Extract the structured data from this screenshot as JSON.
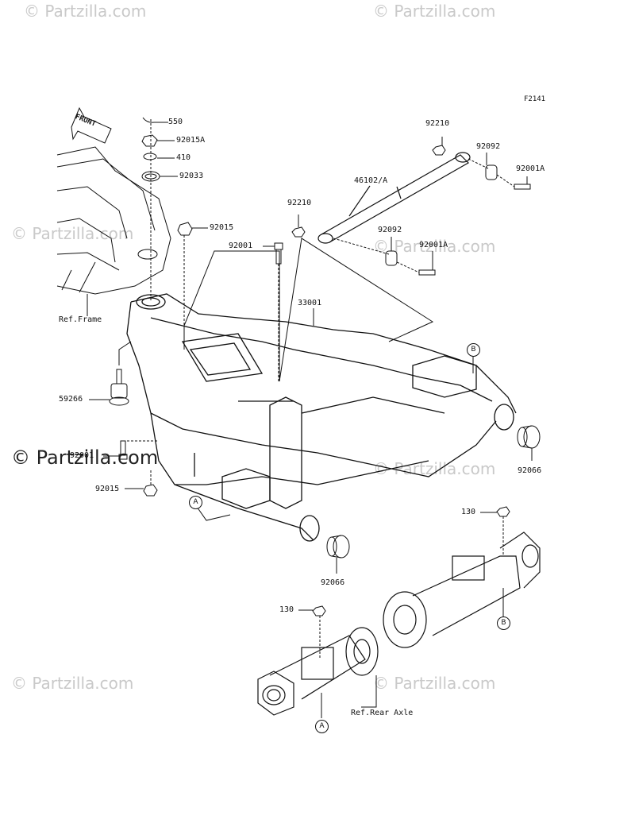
{
  "figure_id": "F2141",
  "front_arrow_label": "FRONT",
  "watermark_text": "© Partzilla.com",
  "parts": [
    {
      "id": "p550",
      "number": "550"
    },
    {
      "id": "p92015A",
      "number": "92015A"
    },
    {
      "id": "p410",
      "number": "410"
    },
    {
      "id": "p92033",
      "number": "92033"
    },
    {
      "id": "p92015_top",
      "number": "92015"
    },
    {
      "id": "p92001_top",
      "number": "92001"
    },
    {
      "id": "p33001",
      "number": "33001"
    },
    {
      "id": "p59266",
      "number": "59266"
    },
    {
      "id": "p92001_low",
      "number": "92001"
    },
    {
      "id": "p92015_low",
      "number": "92015"
    },
    {
      "id": "p92210_a",
      "number": "92210"
    },
    {
      "id": "p92092_a",
      "number": "92092"
    },
    {
      "id": "p92001A_a",
      "number": "92001A"
    },
    {
      "id": "p46102",
      "number": "46102/A"
    },
    {
      "id": "p92210_b",
      "number": "92210"
    },
    {
      "id": "p92092_b",
      "number": "92092"
    },
    {
      "id": "p92001A_b",
      "number": "92001A"
    },
    {
      "id": "p92066_r",
      "number": "92066"
    },
    {
      "id": "p92066_l",
      "number": "92066"
    },
    {
      "id": "p130_r",
      "number": "130"
    },
    {
      "id": "p130_l",
      "number": "130"
    }
  ],
  "references": {
    "frame": "Ref.Frame",
    "rear_axle": "Ref.Rear Axle"
  },
  "callouts": {
    "a": "A",
    "b": "B"
  },
  "colors": {
    "line": "#111111",
    "watermark": "#c9c9c9",
    "background": "#ffffff"
  }
}
